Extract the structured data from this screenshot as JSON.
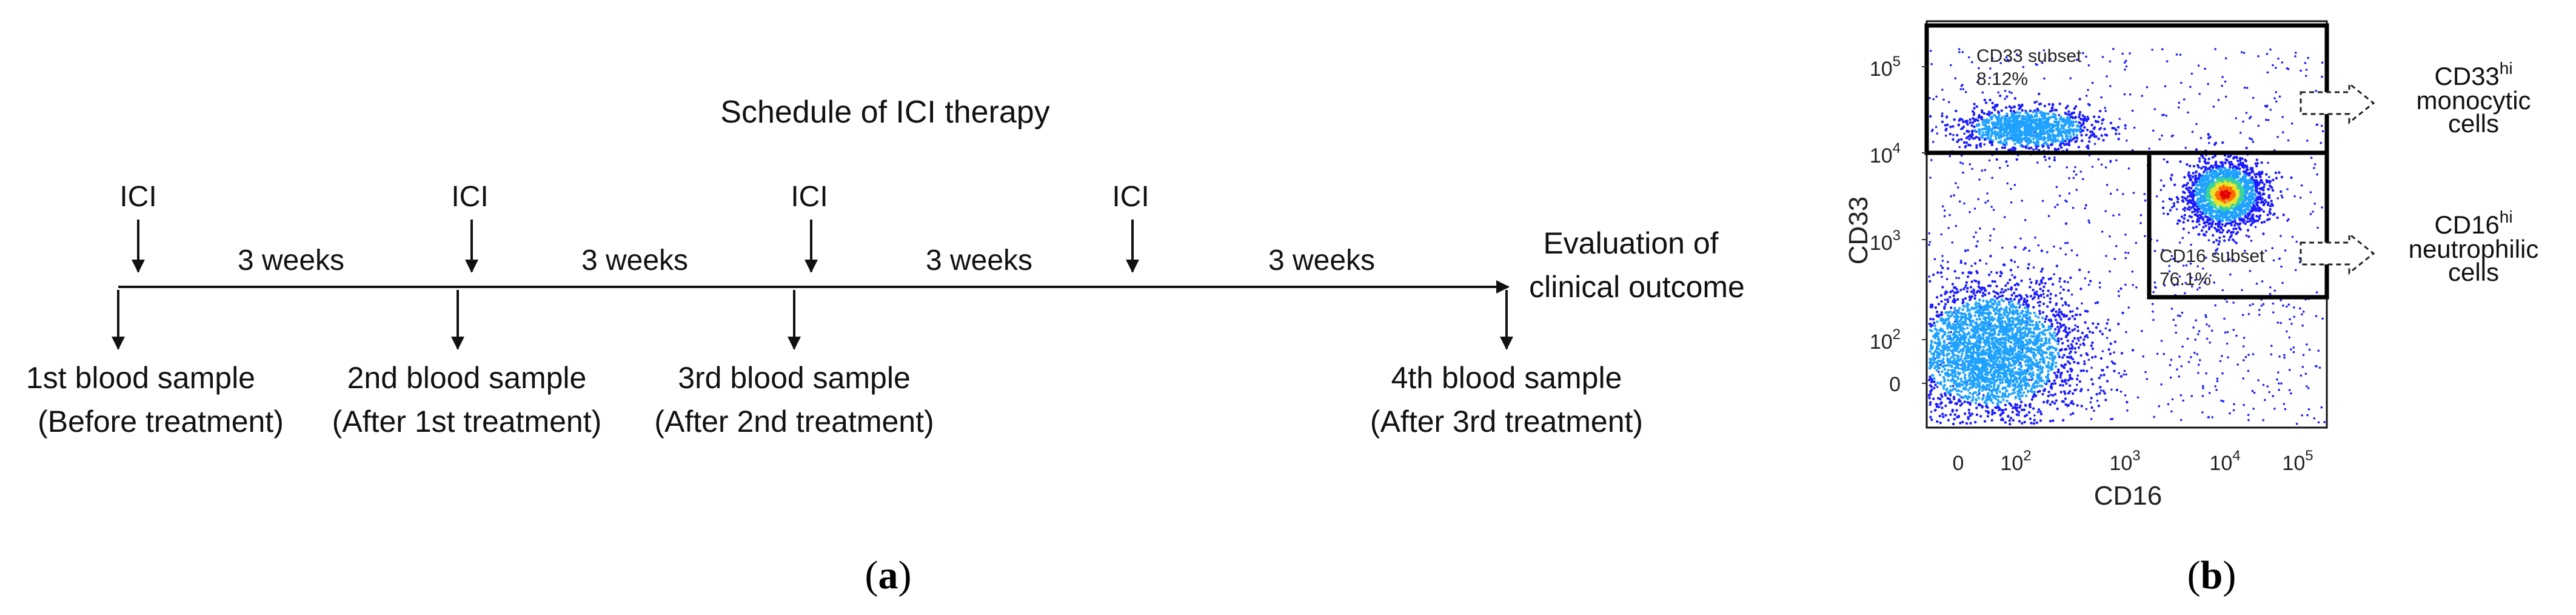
{
  "panel_a": {
    "title": "Schedule of ICI therapy",
    "ici_label": "ICI",
    "intervals": [
      "3 weeks",
      "3 weeks",
      "3 weeks",
      "3 weeks"
    ],
    "samples": [
      {
        "line1": "1st blood sample",
        "line2": "(Before treatment)"
      },
      {
        "line1": "2nd blood sample",
        "line2": "(After 1st treatment)"
      },
      {
        "line1": "3rd blood sample",
        "line2": "(After 2nd treatment)"
      },
      {
        "line1": "4th blood sample",
        "line2": "(After 3rd treatment)"
      }
    ],
    "endpoint": {
      "line1": "Evaluation of",
      "line2": "clinical outcome"
    },
    "caption": {
      "open": "(",
      "letter": "a",
      "close": ")"
    }
  },
  "panel_b": {
    "y_axis_label": "CD33",
    "x_axis_label": "CD16",
    "y_ticks": [
      {
        "base": "10",
        "exp": "5"
      },
      {
        "base": "10",
        "exp": "4"
      },
      {
        "base": "10",
        "exp": "3"
      },
      {
        "base": "10",
        "exp": "2"
      },
      {
        "base": "0",
        "exp": ""
      }
    ],
    "x_ticks": [
      {
        "base": "0",
        "exp": ""
      },
      {
        "base": "10",
        "exp": "2"
      },
      {
        "base": "10",
        "exp": "3"
      },
      {
        "base": "10",
        "exp": "4"
      },
      {
        "base": "10",
        "exp": "5"
      }
    ],
    "gates": {
      "cd33": {
        "name": "CD33 subset",
        "percent": "8.12%"
      },
      "cd16": {
        "name": "CD16 subset",
        "percent": "76.1%"
      }
    },
    "outcomes": {
      "cd33": {
        "marker": "CD33",
        "sup": "hi",
        "line2": "monocytic",
        "line3": "cells"
      },
      "cd16": {
        "marker": "CD16",
        "sup": "hi",
        "line2": "neutrophilic",
        "line3": "cells"
      }
    },
    "density_colors": [
      "#1c1cff",
      "#1fa2ff",
      "#38d1a0",
      "#e7e52a",
      "#ff6a00",
      "#e30000"
    ],
    "caption": {
      "open": "(",
      "letter": "b",
      "close": ")"
    }
  }
}
